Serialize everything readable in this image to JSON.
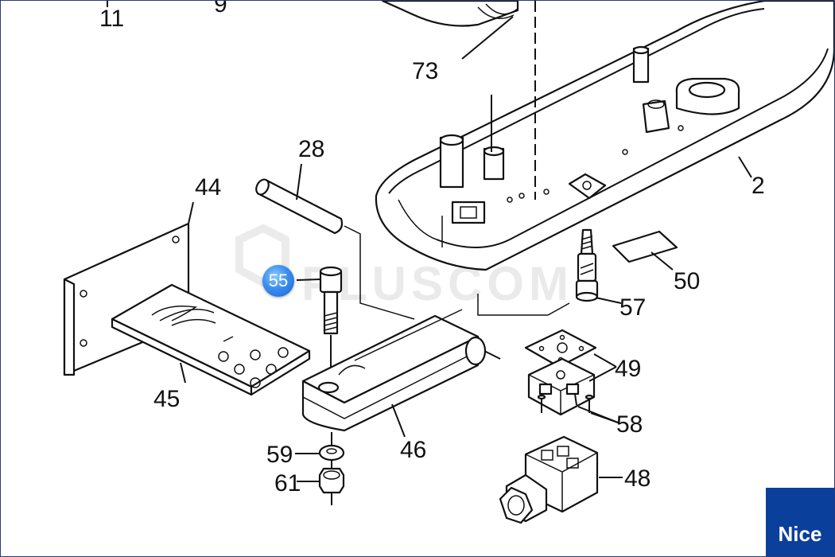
{
  "watermark": "PLUSCOM",
  "brand": {
    "logo_text": "Nice"
  },
  "highlighted_part": "55",
  "callouts": {
    "p11": "11",
    "p9": "9",
    "p73": "73",
    "p2": "2",
    "p28": "28",
    "p44": "44",
    "p50": "50",
    "p57": "57",
    "p49": "49",
    "p45": "45",
    "p58": "58",
    "p46": "46",
    "p59": "59",
    "p61": "61",
    "p48": "48"
  }
}
